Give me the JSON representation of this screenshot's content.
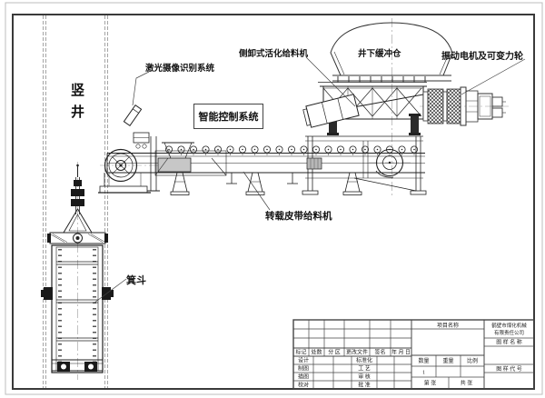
{
  "drawing": {
    "annotations": {
      "laser_camera": "激光摄像识别系统",
      "side_dump_feeder": "侧卸式活化给料机",
      "underground_buffer_bin": "井下缓冲仓",
      "vibration_motor": "振动电机及可变力轮",
      "intelligent_control": "智能控制系统",
      "transfer_belt_feeder": "转载皮带给料机",
      "skip_bucket": "箕斗",
      "vertical_shaft": "竖井"
    },
    "title_block": {
      "project_name_label": "项目名称",
      "company_name_line1": "鹤壁市煤化机械",
      "company_name_line2": "有限责任公司",
      "drawing_name_label": "图 样 名 称",
      "drawing_code_label": "图 样 代 号",
      "quantity_label": "数量",
      "weight_label": "重量",
      "scale_label": "比例",
      "quantity_value": "1",
      "sheet_no_label": "第  张",
      "sheet_total_label": "共  张",
      "revision_headers": [
        "标记",
        "处数",
        "分 区",
        "更改文件",
        "签名",
        "年 月 日"
      ],
      "roles_left": [
        "设计",
        "制图",
        "描图",
        "校对"
      ],
      "roles_right": [
        "标准化",
        "工 艺",
        "审 核",
        "批 准"
      ]
    },
    "colors": {
      "line": "#333333",
      "background": "#ffffff",
      "skirt_gray": "#c7c7c7"
    }
  }
}
